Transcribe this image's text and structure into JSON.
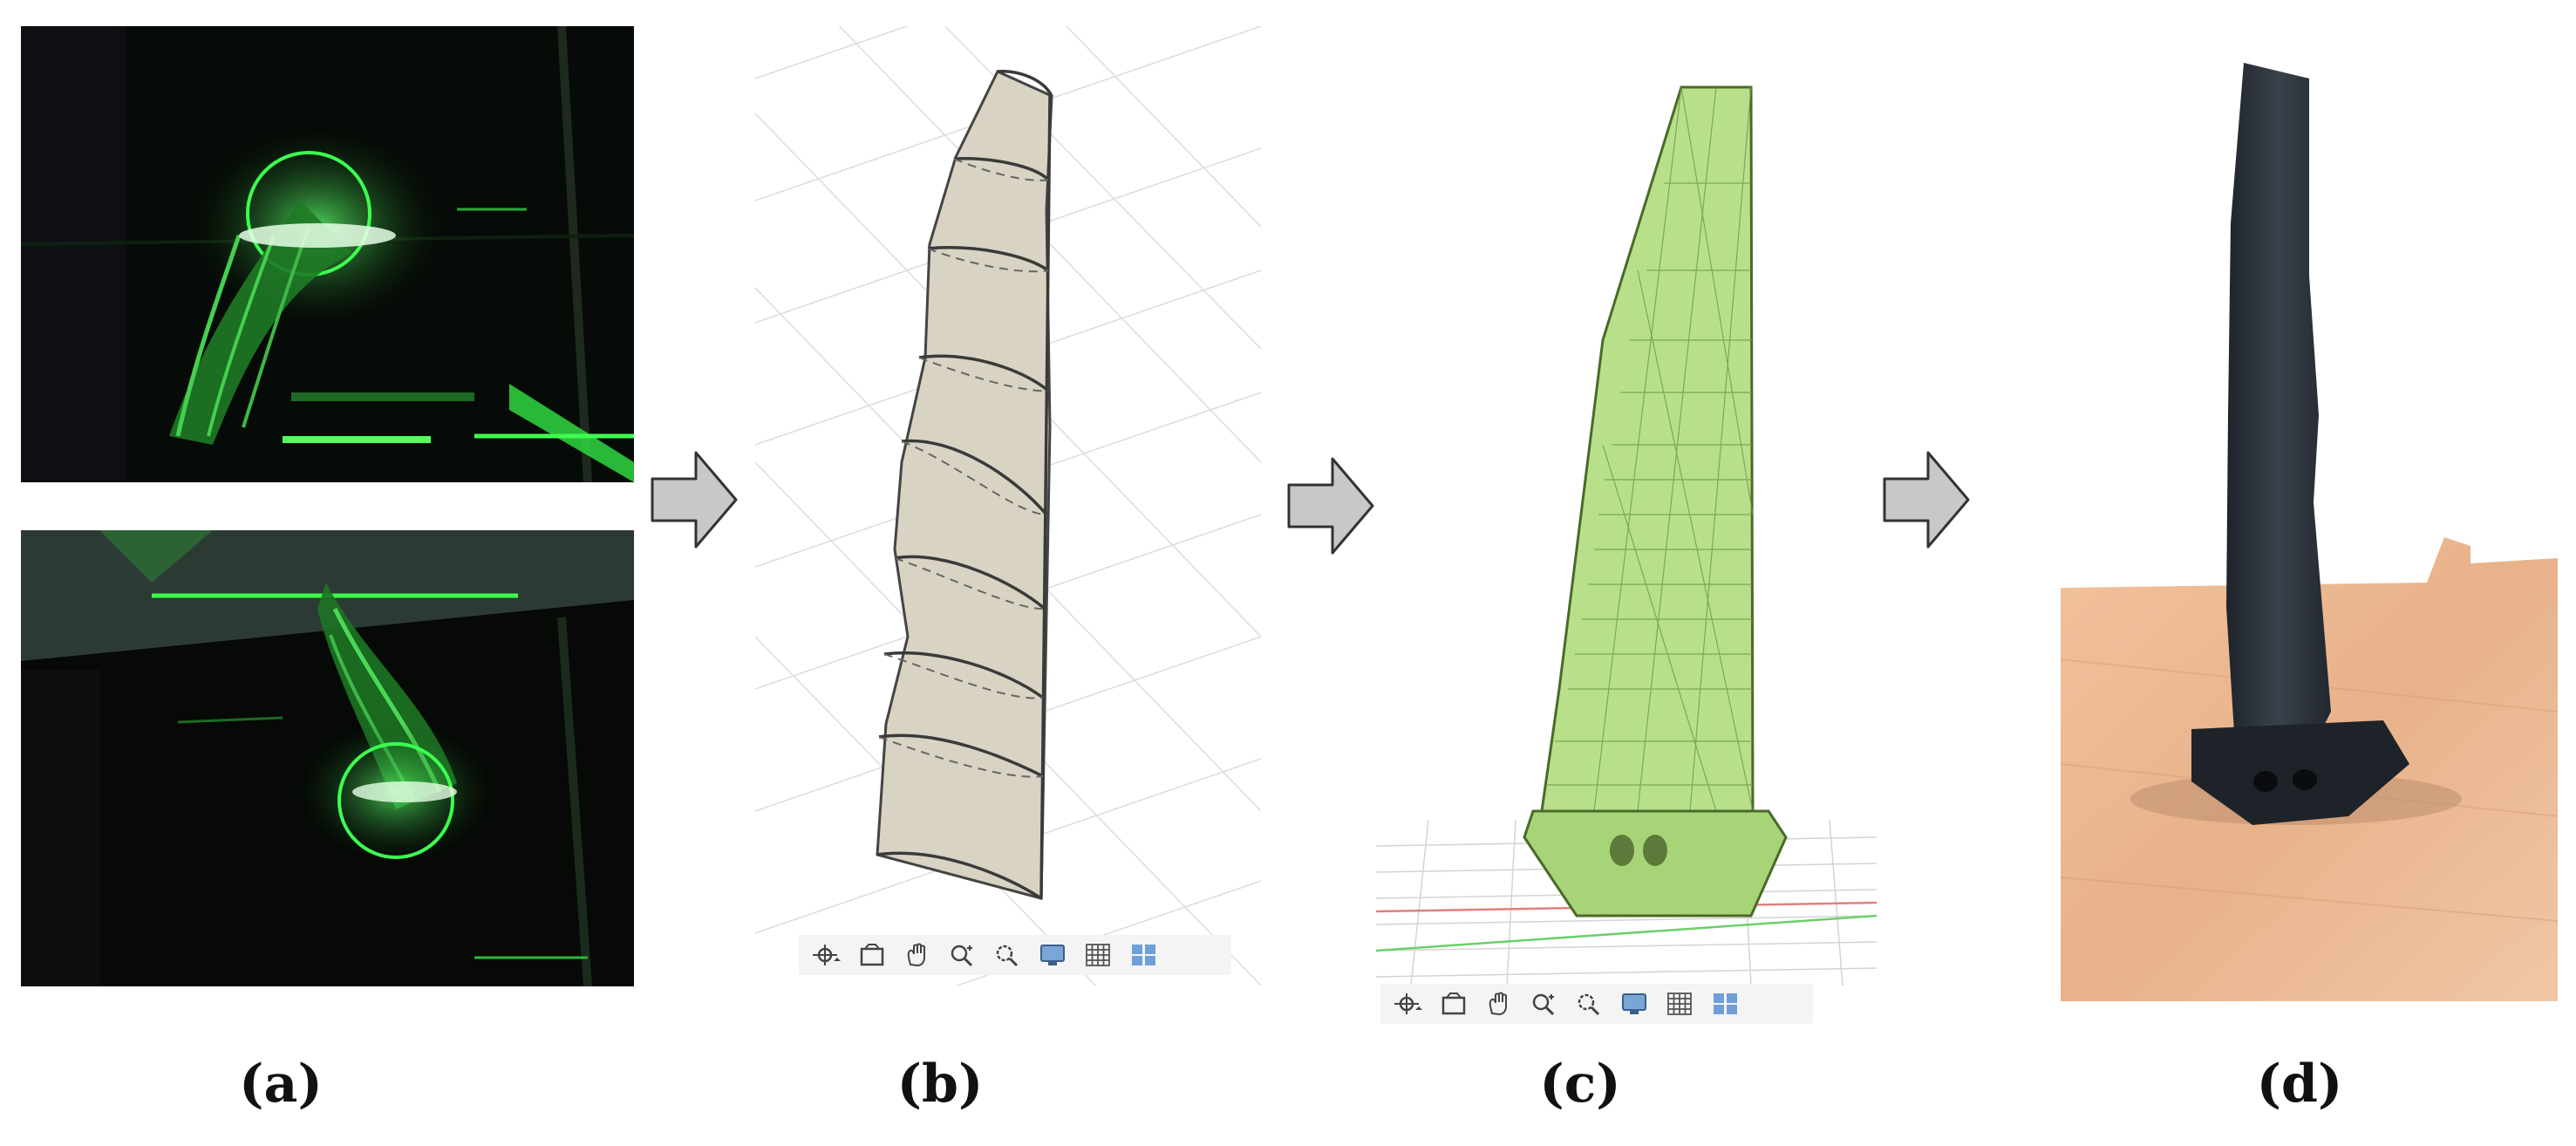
{
  "captions": {
    "a": "(a)",
    "b": "(b)",
    "c": "(c)",
    "d": "(d)"
  },
  "colors": {
    "laser_green": "#27e83c",
    "cad_surface": "#d9d3c3",
    "mesh_green": "#b8e08a",
    "model_black": "#2b3038",
    "table_wood": "#e9b690",
    "arrow_fill": "#c8c8c8"
  },
  "viewer_toolbar_icons": [
    "orbit-icon",
    "look-at-icon",
    "pan-icon",
    "zoom-icon",
    "fit-icon",
    "display-style-icon",
    "grid-icon",
    "viewports-icon"
  ]
}
